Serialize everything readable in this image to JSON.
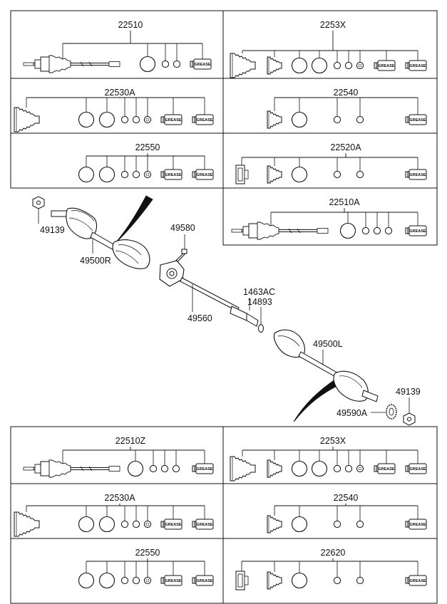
{
  "top_kits": [
    {
      "id": "kit-22510",
      "part_no": "22510"
    },
    {
      "id": "kit-2253x-top",
      "part_no": "2253X"
    },
    {
      "id": "kit-22530a-top",
      "part_no": "22530A"
    },
    {
      "id": "kit-22540-top",
      "part_no": "22540"
    },
    {
      "id": "kit-22550-top",
      "part_no": "22550"
    },
    {
      "id": "kit-22520a",
      "part_no": "22520A"
    },
    {
      "id": "kit-22510a",
      "part_no": "22510A"
    }
  ],
  "bottom_kits": [
    {
      "id": "kit-22510z",
      "part_no": "22510Z"
    },
    {
      "id": "kit-2253x-bottom",
      "part_no": "2253X"
    },
    {
      "id": "kit-22530a-bottom",
      "part_no": "22530A"
    },
    {
      "id": "kit-22540-bottom",
      "part_no": "22540"
    },
    {
      "id": "kit-22550-bottom",
      "part_no": "22550"
    },
    {
      "id": "kit-22620",
      "part_no": "22620"
    }
  ],
  "callouts": {
    "nut_left": "49139",
    "shaft_right": "49500R",
    "bolt": "49580",
    "intermediate_shaft": "49560",
    "bearing_code": "1463AC",
    "snap_ring": "14893",
    "shaft_left": "49500L",
    "nut_right": "49139",
    "tone_wheel": "49590A"
  },
  "grease_label": "GREASE"
}
